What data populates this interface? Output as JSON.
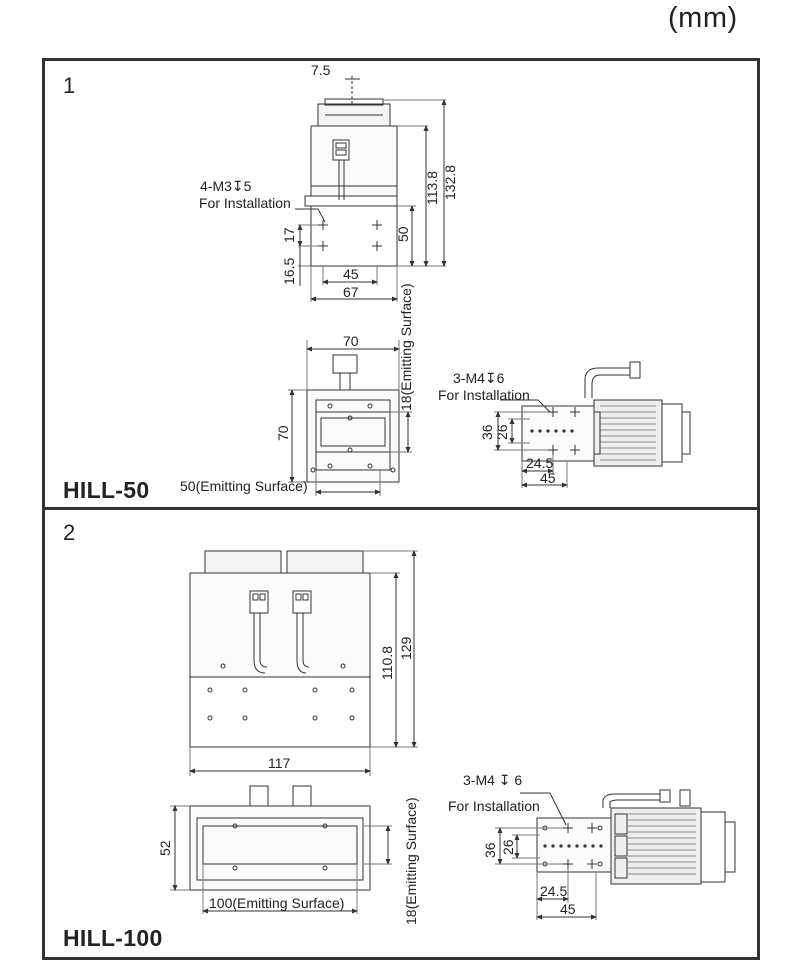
{
  "unit_label": "(mm)",
  "panel1": {
    "number": "1",
    "model": "HILL-50",
    "dims": {
      "d7_5": "7.5",
      "d113_8": "113.8",
      "d132_8": "132.8",
      "d17": "17",
      "d50": "50",
      "d16_5": "16.5",
      "d45": "45",
      "d67": "67",
      "d70_top": "70",
      "d70_left": "70",
      "d18_emit": "18(Emitting Surface)",
      "d50_emit": "50(Emitting Surface)",
      "side_36": "36",
      "side_26": "26",
      "side_24_5": "24.5",
      "side_45": "45"
    },
    "notes": {
      "install_front": "4-M3",
      "install_front_depth": "5",
      "install_front_label": "For Installation",
      "install_side": "3-M4",
      "install_side_depth": "6",
      "install_side_label": "For Installation"
    }
  },
  "panel2": {
    "number": "2",
    "model": "HILL-100",
    "dims": {
      "d110_8": "110.8",
      "d129": "129",
      "d117": "117",
      "d52": "52",
      "d100_emit": "100(Emitting Surface)",
      "d18_emit": "18(Emitting Surface)",
      "side_36": "36",
      "side_26": "26",
      "side_24_5": "24.5",
      "side_45": "45"
    },
    "notes": {
      "install_side": "3-M4",
      "install_side_depth": "6",
      "install_side_label": "For Installation"
    }
  },
  "symbols": {
    "depth": "↧"
  }
}
